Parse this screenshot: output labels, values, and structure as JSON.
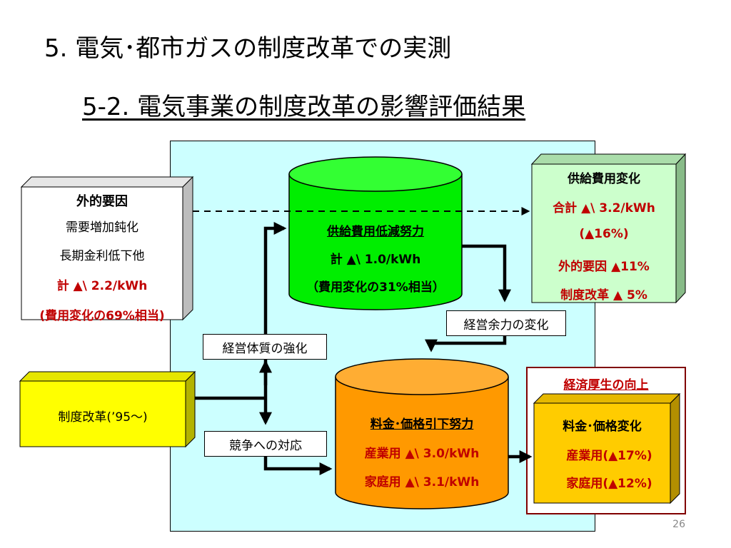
{
  "title": "5. 電気･都市ガスの制度改革での実測",
  "subtitle": "5-2. 電気事業の制度改革の影響評価結果",
  "external_factors": {
    "heading": "外的要因",
    "line1": "需要増加鈍化",
    "line2": "長期金利低下他",
    "total": "計 ▲\\ 2.2/kWh",
    "share": "(費用変化の69%相当)"
  },
  "supply_effort": {
    "heading": "供給費用低減努力",
    "total": "計 ▲\\ 1.0/kWh",
    "share": "（費用変化の31%相当）"
  },
  "supply_cost_change": {
    "heading": "供給費用変化",
    "total": "合計 ▲\\ 3.2/kWh",
    "pct": "(▲16%)",
    "external": "外的要因 ▲11%",
    "reform": "制度改革 ▲ 5%"
  },
  "labels": {
    "management_margin": "経営余力の変化",
    "strengthen": "経営体質の強化",
    "competition": "競争への対応"
  },
  "reform": {
    "label": "制度改革(’95〜)"
  },
  "price_effort": {
    "heading": "料金･価格引下努力",
    "industrial": "産業用 ▲\\ 3.0/kWh",
    "household": "家庭用 ▲\\ 3.1/kWh"
  },
  "welfare": {
    "heading": "経済厚生の向上",
    "title": "料金･価格変化",
    "industrial": "産業用(▲17%)",
    "household": "家庭用(▲12%)"
  },
  "page_number": "26",
  "colors": {
    "panel": "#ccffff",
    "green_cyl": "#00ee00",
    "orange_cyl": "#ff9900",
    "yellow_box": "#ffff00",
    "gold_box": "#ffcc00",
    "light_green_box": "#ccffcc",
    "dark_red": "#c00000",
    "frame_red": "#800000"
  }
}
